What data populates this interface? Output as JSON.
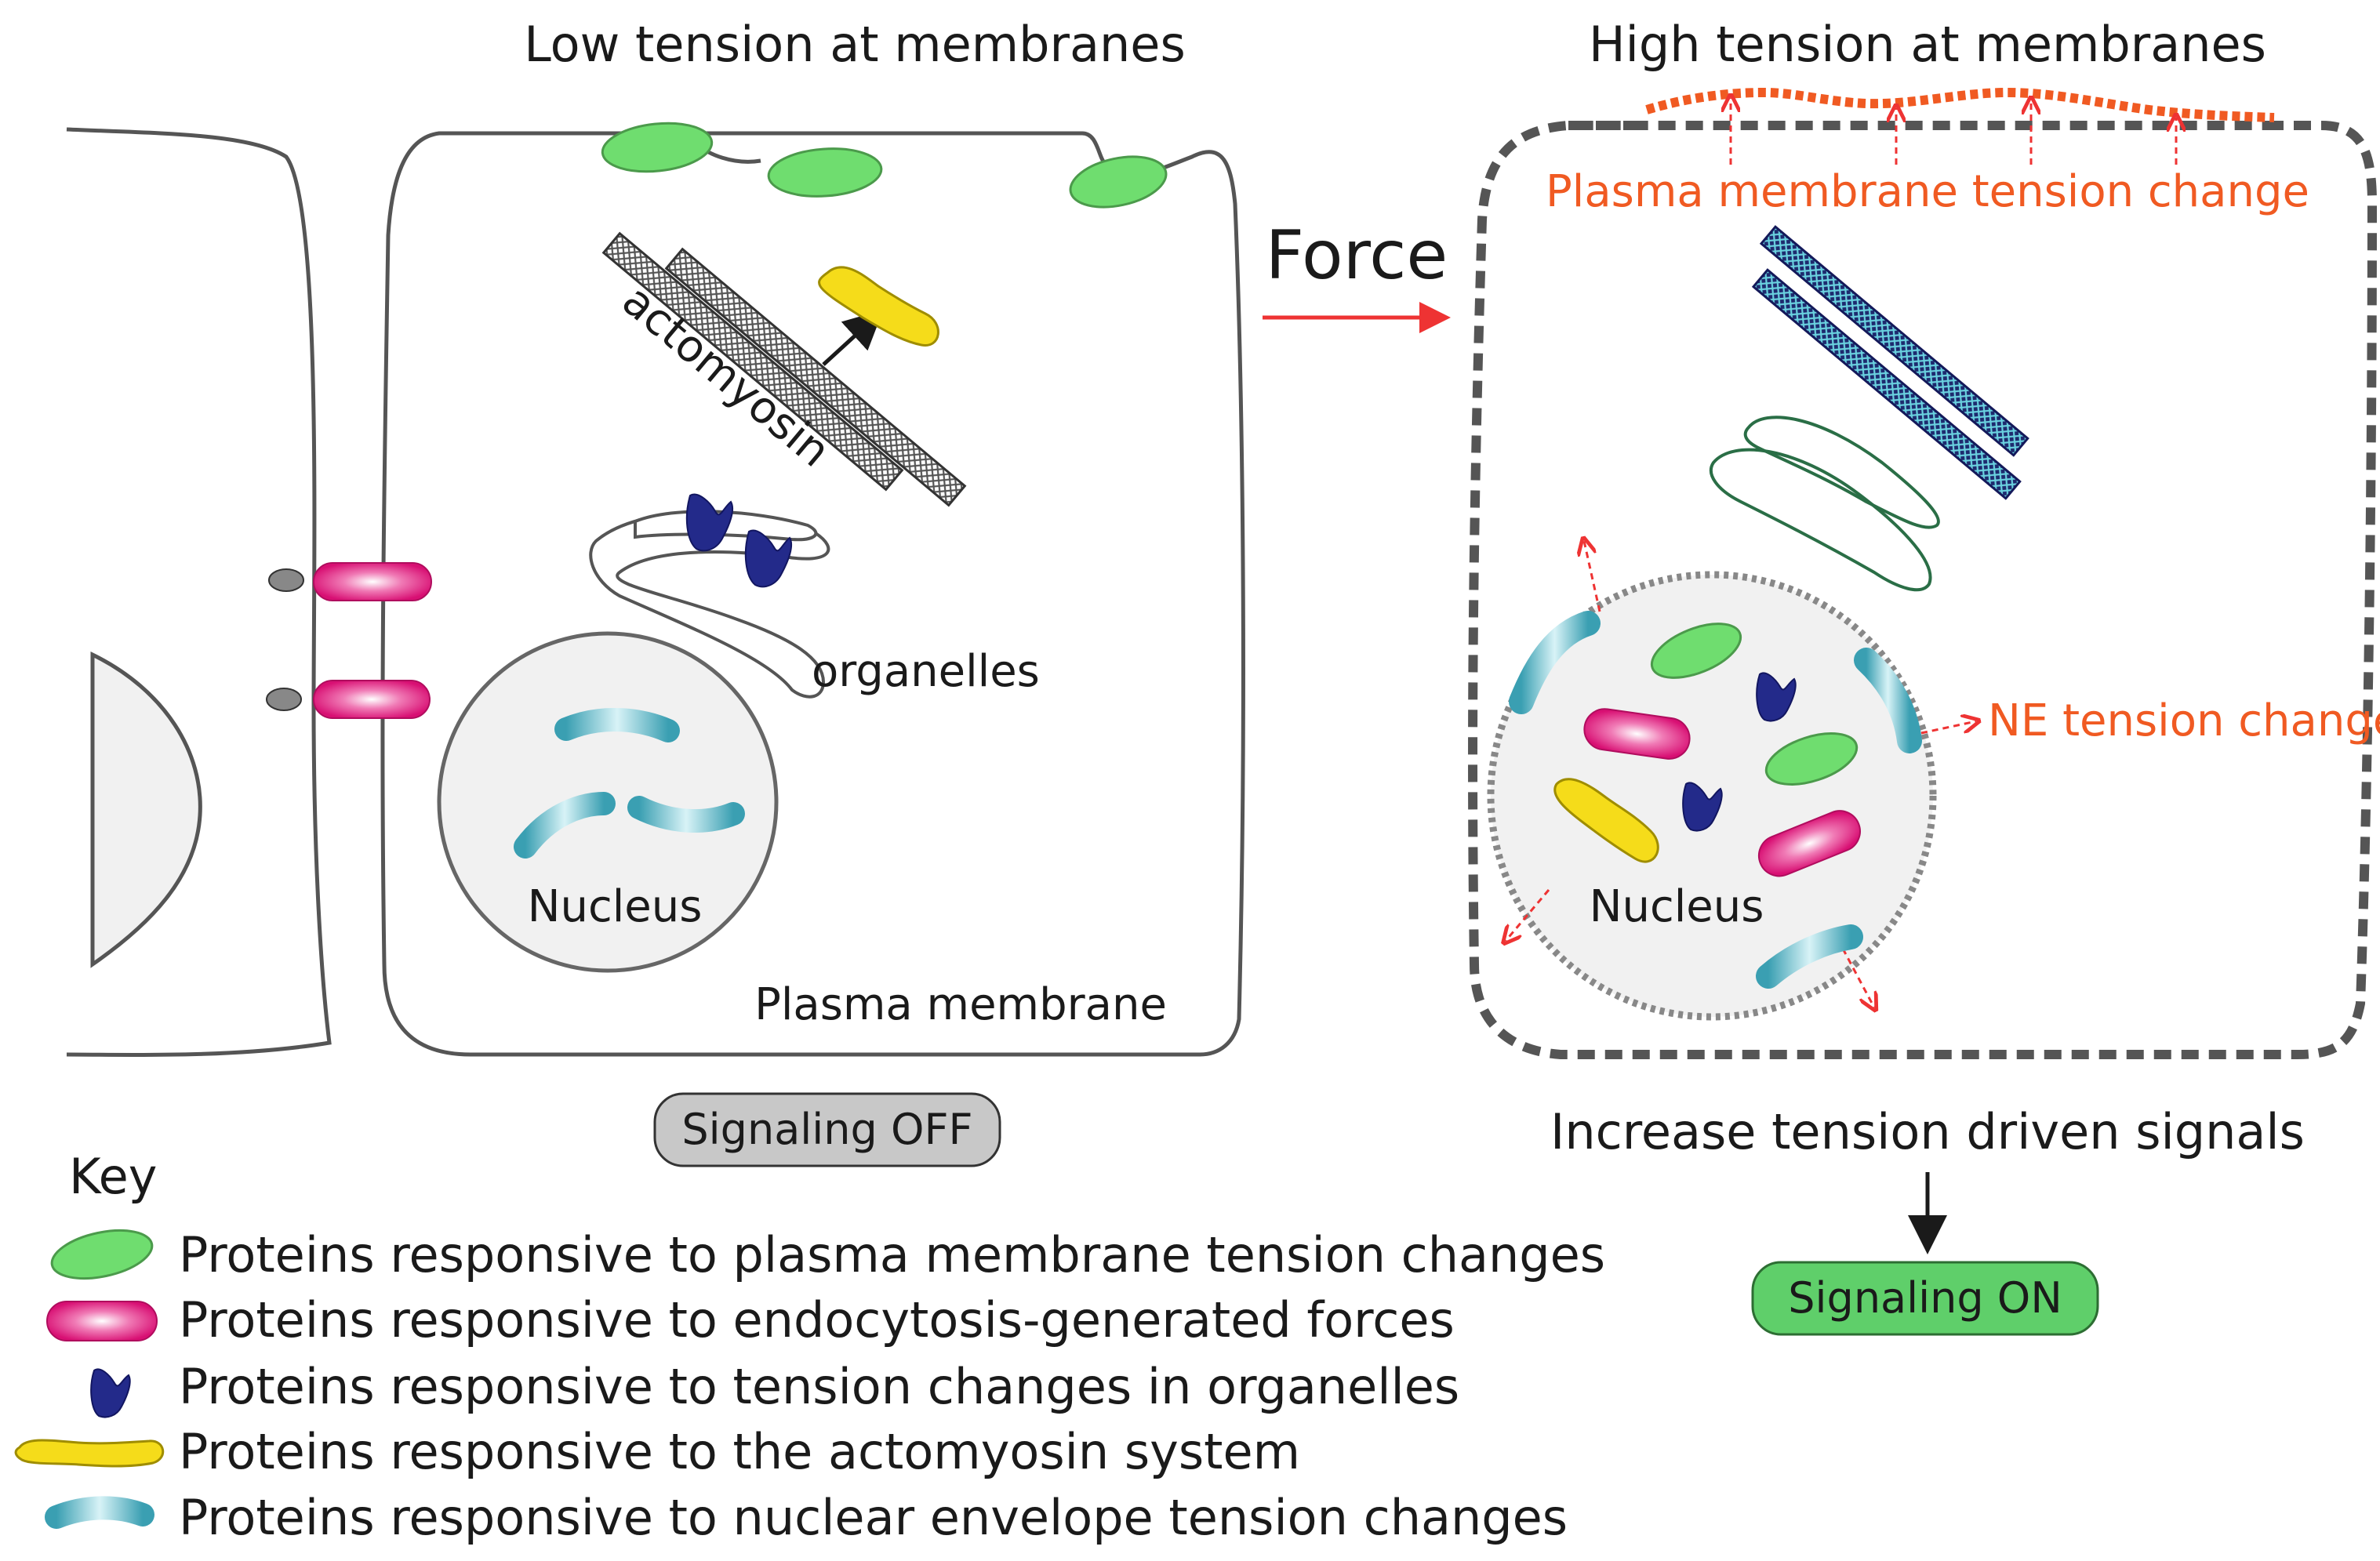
{
  "colors": {
    "green_protein": "#6fdd6f",
    "magenta_protein": "#e0157a",
    "navy_protein": "#232a8a",
    "yellow_protein": "#f5dc1a",
    "teal_protein": "#4aaebf",
    "accent_orange": "#f05a22",
    "signal_off_bg": "#c8c8c8",
    "signal_on_bg": "#5fcf6a"
  },
  "left_panel": {
    "title": "Low tension at membranes",
    "actomyosin_label": "actomyosin",
    "organelles_label": "organelles",
    "nucleus_label": "Nucleus",
    "membrane_label": "Plasma membrane",
    "signal_badge": "Signaling OFF"
  },
  "middle": {
    "force_label": "Force"
  },
  "right_panel": {
    "title": "High tension at membranes",
    "pm_tension_label": "Plasma membrane tension change",
    "ne_tension_label": "NE tension change",
    "nucleus_label": "Nucleus",
    "increase_label": "Increase tension driven signals",
    "signal_badge": "Signaling ON"
  },
  "key": {
    "title": "Key",
    "items": [
      {
        "icon": "green-protein-icon",
        "label": "Proteins responsive to plasma membrane tension changes"
      },
      {
        "icon": "magenta-protein-icon",
        "label": "Proteins responsive to endocytosis-generated forces"
      },
      {
        "icon": "navy-protein-icon",
        "label": "Proteins responsive to tension changes in organelles"
      },
      {
        "icon": "yellow-protein-icon",
        "label": "Proteins responsive to the actomyosin system"
      },
      {
        "icon": "teal-protein-icon",
        "label": "Proteins responsive to nuclear envelope tension changes"
      }
    ]
  }
}
